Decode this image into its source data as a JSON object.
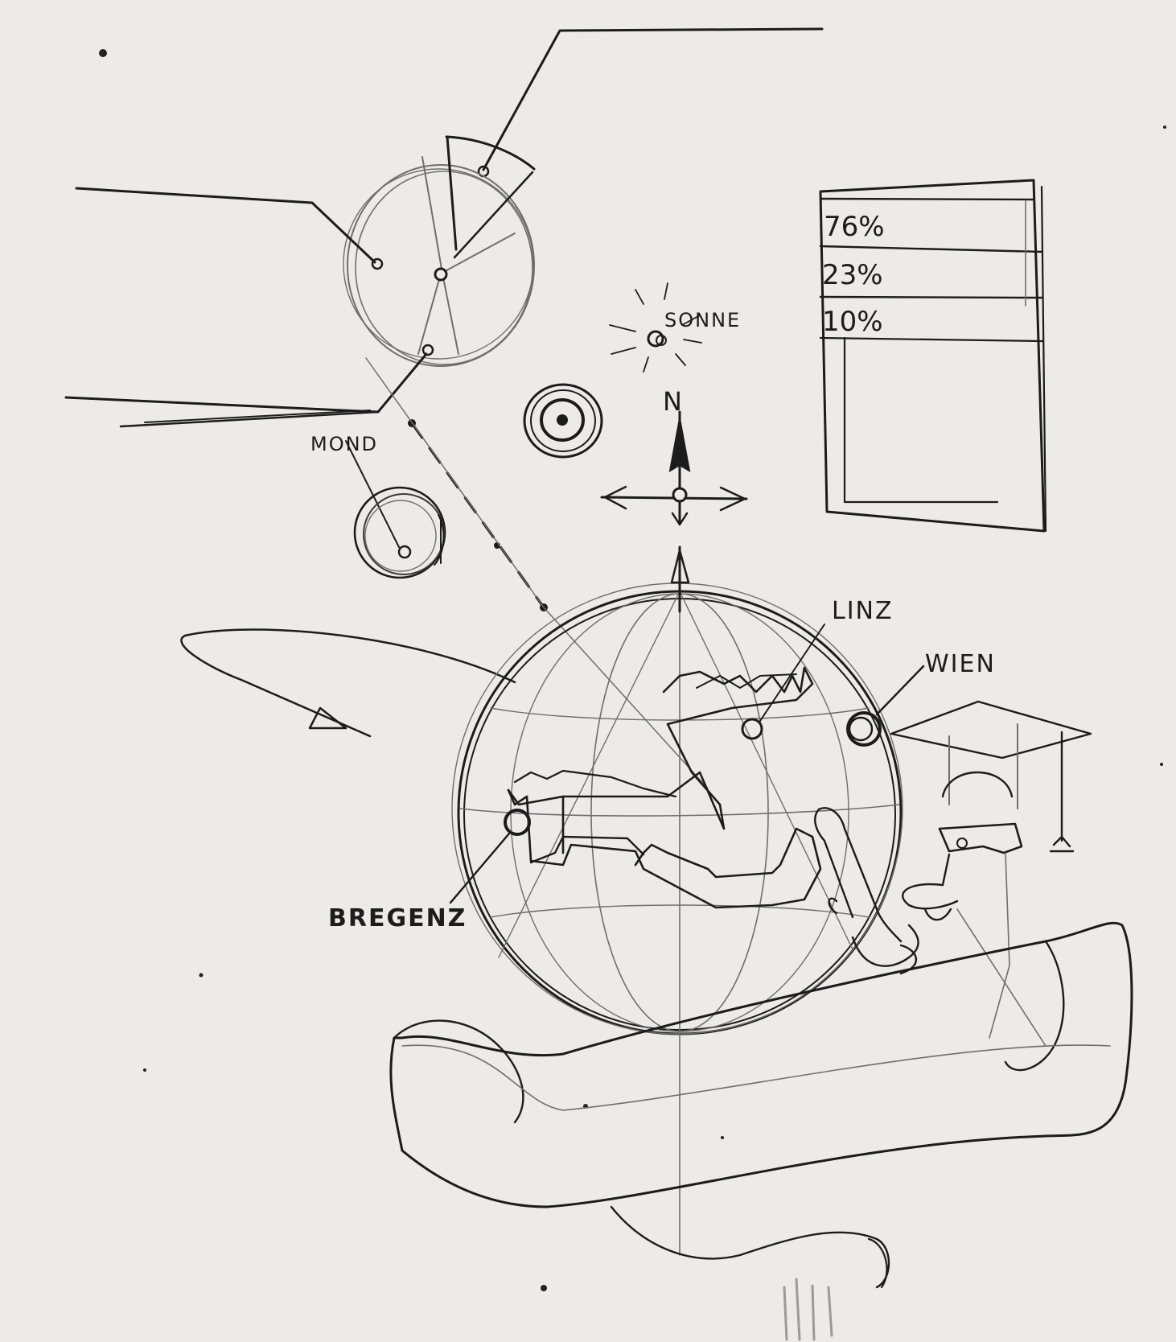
{
  "labels": {
    "sun": "SONNE",
    "moon": "MOND",
    "north": "N",
    "linz": "LINZ",
    "wien": "WIEN",
    "bregenz": "BREGENZ"
  },
  "panel": {
    "rows": [
      "76%",
      "23%",
      "10%"
    ]
  },
  "colors": {
    "paper": "#ecebe8",
    "ink": "#1c1c1c",
    "pencil": "#6e6e6e"
  }
}
